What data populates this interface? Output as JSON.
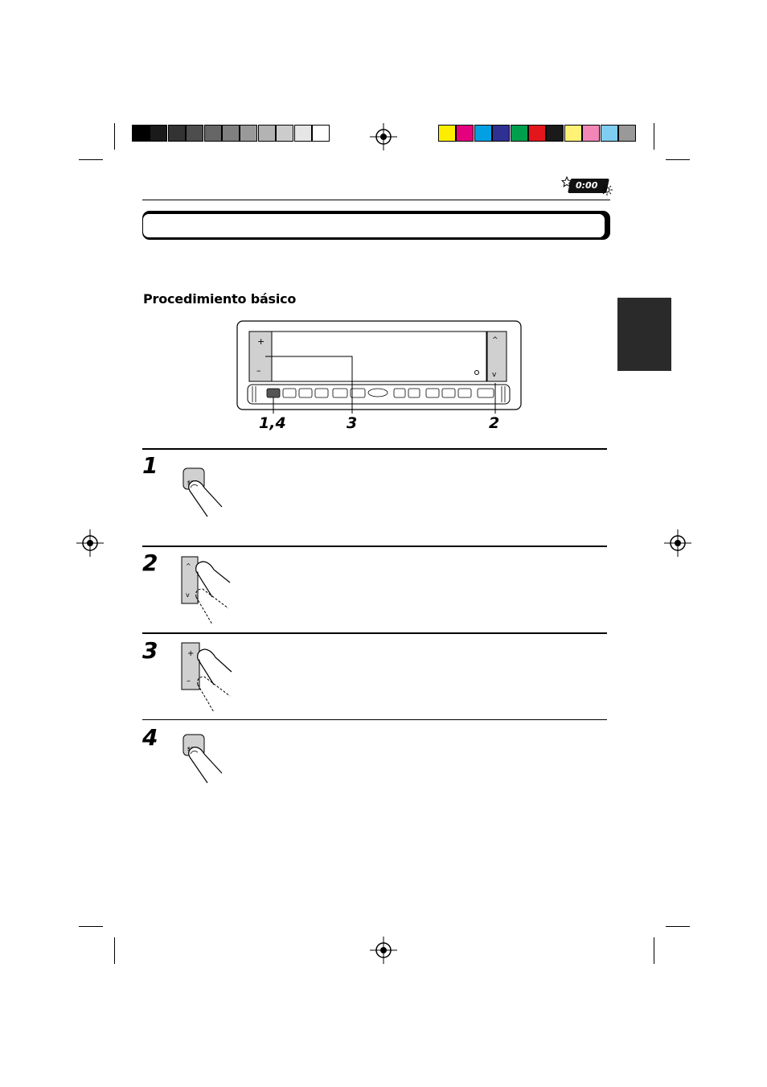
{
  "color_bar": {
    "grays": [
      "#000000",
      "#1a1a1a",
      "#333333",
      "#4d4d4d",
      "#666666",
      "#808080",
      "#999999",
      "#b3b3b3",
      "#cccccc",
      "#e6e6e6",
      "#ffffff"
    ],
    "colors": [
      "#ffed00",
      "#e5007e",
      "#00a0e3",
      "#2e3192",
      "#009f4d",
      "#e3161c",
      "#1a1a1a",
      "#fff275",
      "#f287b7",
      "#7fcdf0",
      "#999999"
    ]
  },
  "header": {
    "clock_icon": "clock-icon",
    "clock_text": "0:00"
  },
  "section": {
    "heading": "Procedimiento básico"
  },
  "diagram": {
    "callouts": [
      "1,4",
      "3",
      "2"
    ],
    "plus_label": "+",
    "minus_label": "–"
  },
  "steps": [
    {
      "number": "1",
      "icon": "press-sel-button-icon",
      "button_label": "SEL"
    },
    {
      "number": "2",
      "icon": "press-up-down-button-icon"
    },
    {
      "number": "3",
      "icon": "press-plus-minus-button-icon",
      "plus": "+",
      "minus": "–"
    },
    {
      "number": "4",
      "icon": "press-sel-button-icon",
      "button_label": "SEL"
    }
  ]
}
